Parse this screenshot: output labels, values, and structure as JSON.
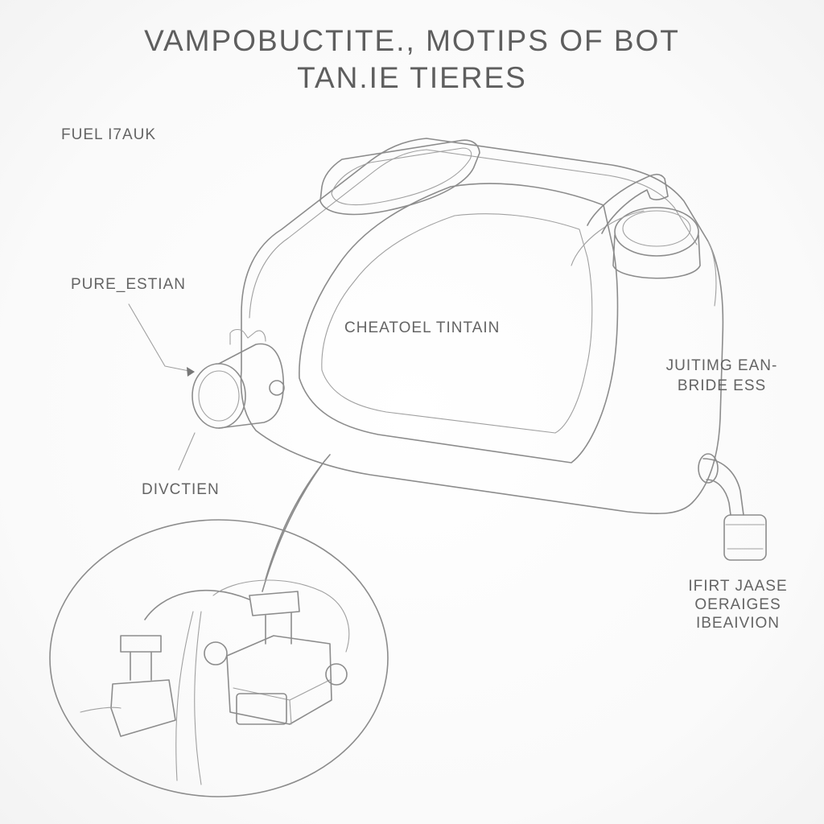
{
  "title": {
    "line1": "VAMPOBUCTITE., MOTIPS OF BOT",
    "line2": "TAN.IE TIERES"
  },
  "labels": {
    "fuel_tank": "FUEL I7AUK",
    "pure_estian": "PURE_ESTIAN",
    "tank_body": "CHEATOEL TINTAIN",
    "right_upper_line1": "JUITIMG EAN-",
    "right_upper_line2": "BRIDE ESS",
    "diveration": "DIVCTIEN",
    "right_lower_line1": "IFIRT JAASE",
    "right_lower_line2": "OERAIGES",
    "right_lower_line3": "IBEAIVION"
  }
}
